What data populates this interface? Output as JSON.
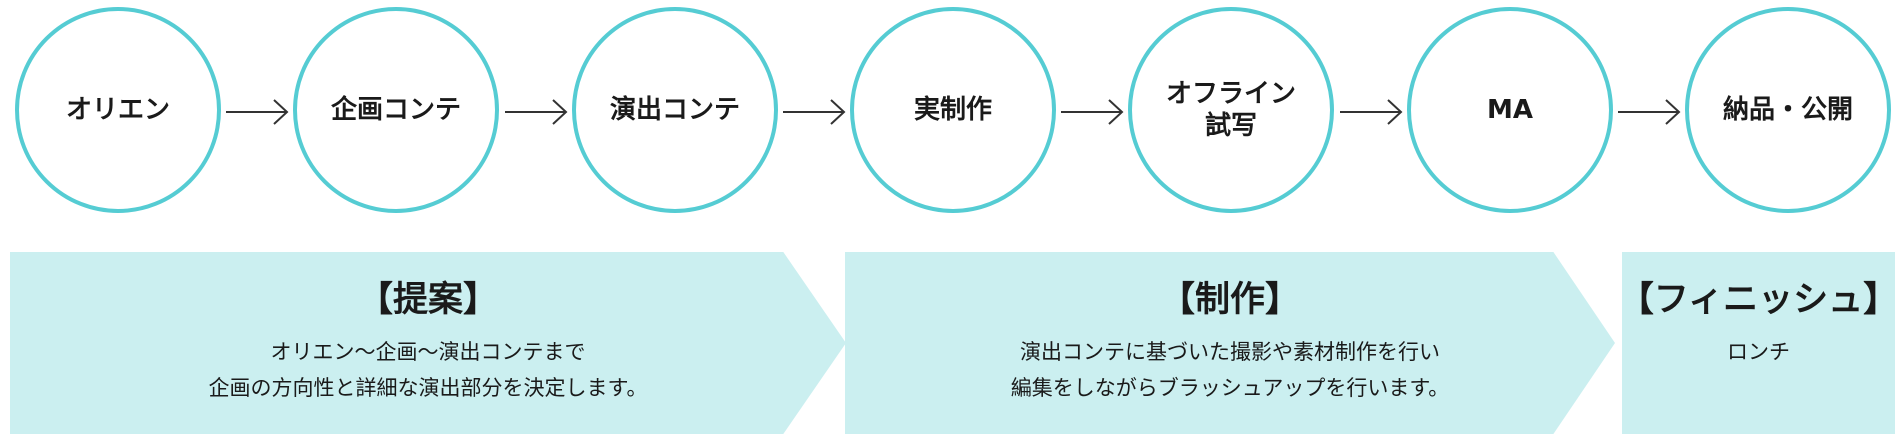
{
  "steps": [
    {
      "lines": [
        "オリエン"
      ]
    },
    {
      "lines": [
        "企画コンテ"
      ]
    },
    {
      "lines": [
        "演出コンテ"
      ]
    },
    {
      "lines": [
        "実制作"
      ]
    },
    {
      "lines": [
        "オフライン",
        "試写"
      ]
    },
    {
      "lines": [
        "MA"
      ]
    },
    {
      "lines": [
        "納品・公開"
      ]
    }
  ],
  "phases": {
    "proposal": {
      "title": "【提案】",
      "desc": [
        "オリエン〜企画〜演出コンテまで",
        "企画の方向性と詳細な演出部分を決定します。"
      ]
    },
    "production": {
      "title": "【制作】",
      "desc": [
        "演出コンテに基づいた撮影や素材制作を行い",
        "編集をしながらブラッシュアップを行います。"
      ]
    },
    "finish": {
      "title": "【フィニッシュ】",
      "desc": [
        "ロンチ"
      ]
    }
  },
  "colors": {
    "circle_border": "#55ccd3",
    "band_fill": "#cbeff0",
    "arrow": "#333333"
  }
}
